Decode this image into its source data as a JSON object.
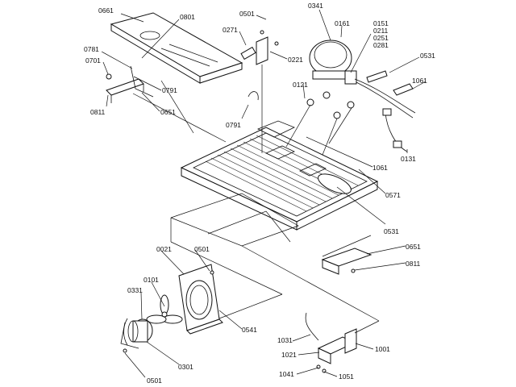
{
  "diagram": {
    "labels": {
      "l0661": "0661",
      "l0801": "0801",
      "l0781": "0781",
      "l0701": "0701",
      "l0791a": "0791",
      "l0811a": "0811",
      "l0651a": "0651",
      "l0501a": "0501",
      "l0271": "0271",
      "l0221": "0221",
      "l0341": "0341",
      "l0161": "0161",
      "l0151": "0151",
      "l0211": "0211",
      "l0251": "0251",
      "l0281": "0281",
      "l0531a": "0531",
      "l1061a": "1061",
      "l0121": "0121",
      "l0791b": "0791",
      "l0131": "0131",
      "l1061b": "1061",
      "l0571": "0571",
      "l0531b": "0531",
      "l0651b": "0651",
      "l0811b": "0811",
      "l0021": "0021",
      "l0501b": "0501",
      "l0101": "0101",
      "l0331": "0331",
      "l0541": "0541",
      "l0301": "0301",
      "l0501c": "0501",
      "l1031": "1031",
      "l1021": "1021",
      "l1001": "1001",
      "l1041": "1041",
      "l1051": "1051"
    }
  }
}
